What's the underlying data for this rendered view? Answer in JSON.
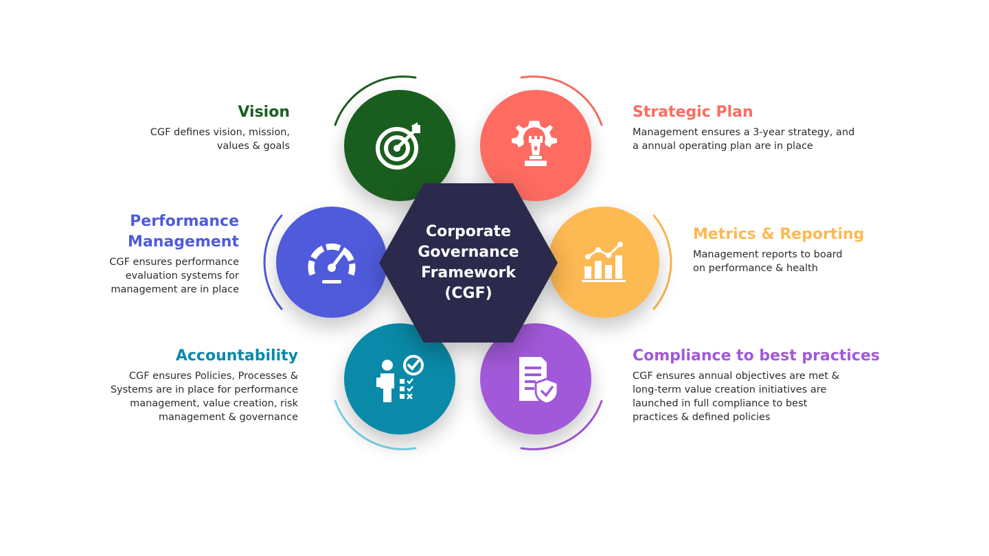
{
  "center": {
    "title": "Corporate\nGovernance\nFramework\n(CGF)",
    "color": "#2b2a4c"
  },
  "items": [
    {
      "key": "vision",
      "title": "Vision",
      "desc": "CGF defines vision, mission,\nvalues & goals",
      "color": "#1a5e1f",
      "arc_color": "#1a5e1f",
      "icon": "target-icon"
    },
    {
      "key": "strategic",
      "title": "Strategic Plan",
      "desc": "Management ensures a 3-year strategy, and\na annual operating plan are in place",
      "color": "#fd6b61",
      "arc_color": "#f26d60",
      "icon": "chess-rook-gear-icon"
    },
    {
      "key": "performance",
      "title": "Performance\nManagement",
      "desc": "CGF ensures performance\nevaluation systems for\nmanagement are in place",
      "color": "#4f5bdb",
      "arc_color": "#4f5bdb",
      "icon": "speedometer-icon"
    },
    {
      "key": "metrics",
      "title": "Metrics & Reporting",
      "desc": "Management reports to board\non performance & health",
      "color": "#fdb952",
      "arc_color": "#f9b54e",
      "icon": "bar-chart-trend-icon"
    },
    {
      "key": "accountability",
      "title": "Accountability",
      "desc": "CGF ensures Policies, Processes &\nSystems are in place for performance\nmanagement, value creation, risk\nmanagement & governance",
      "color": "#0a8aa8",
      "arc_color": "#7fd3ec",
      "icon": "person-checklist-icon"
    },
    {
      "key": "compliance",
      "title": "Compliance to best practices",
      "desc": "CGF ensures annual objectives are met &\nlong-term value creation initiatives are\nlaunched in full compliance to best\npractices & defined policies",
      "color": "#a259d9",
      "arc_color": "#a259d9",
      "icon": "document-shield-icon"
    }
  ]
}
